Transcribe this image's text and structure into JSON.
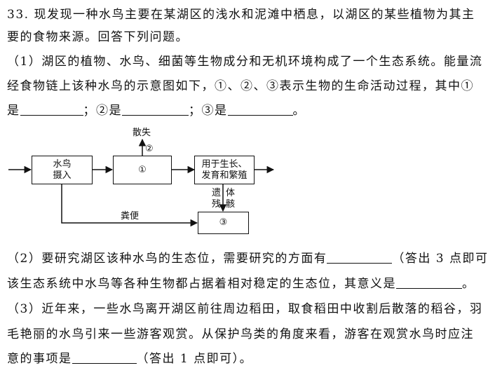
{
  "question": {
    "line1": "33. 现发现一种水鸟主要在某湖区的浅水和泥滩中栖息，以湖区的某些植物为其主",
    "line2": "要的食物来源。回答下列问题。",
    "p1_line1": "（1）湖区的植物、水鸟、细菌等生物成分和无机环境构成了一个生态系统。能量流",
    "p1_line2": "经食物链上该种水鸟的示意图如下，①、②、③表示生物的生命活动过程，其中①",
    "p1_line3_a": "是",
    "p1_line3_b": "；②是",
    "p1_line3_c": "；③是",
    "p1_line3_d": "。",
    "p2_line1_a": "（2）要研究湖区该种水鸟的生态位，需要研究的方面有",
    "p2_line1_b": "（答出 3 点即可）。",
    "p2_line2_a": "该生态系统中水鸟等各种生物都占据着相对稳定的生态位，其意义是",
    "p2_line2_b": "。",
    "p3_line1": "（3）近年来，一些水鸟离开湖区前往周边稻田，取食稻田中收割后散落的稻谷，羽",
    "p3_line2": "毛艳丽的水鸟引来一些游客观赏。从保护鸟类的角度来看，游客在观赏水鸟时应注",
    "p3_line3_a": "意的事项是",
    "p3_line3_b": "（答出 1 点即可）。"
  },
  "diagram": {
    "box_intake_1": "水鸟",
    "box_intake_2": "摄入",
    "box_process1": "①",
    "box_growth_1": "用于生长、",
    "box_growth_2": "发育和繁殖",
    "box_process3": "③",
    "label_dissipate": "散失",
    "label_process2": "②",
    "label_remains_1": "遗",
    "label_remains_2": "残",
    "label_body_1": "体",
    "label_body_2": "骸",
    "label_feces": "粪便"
  }
}
